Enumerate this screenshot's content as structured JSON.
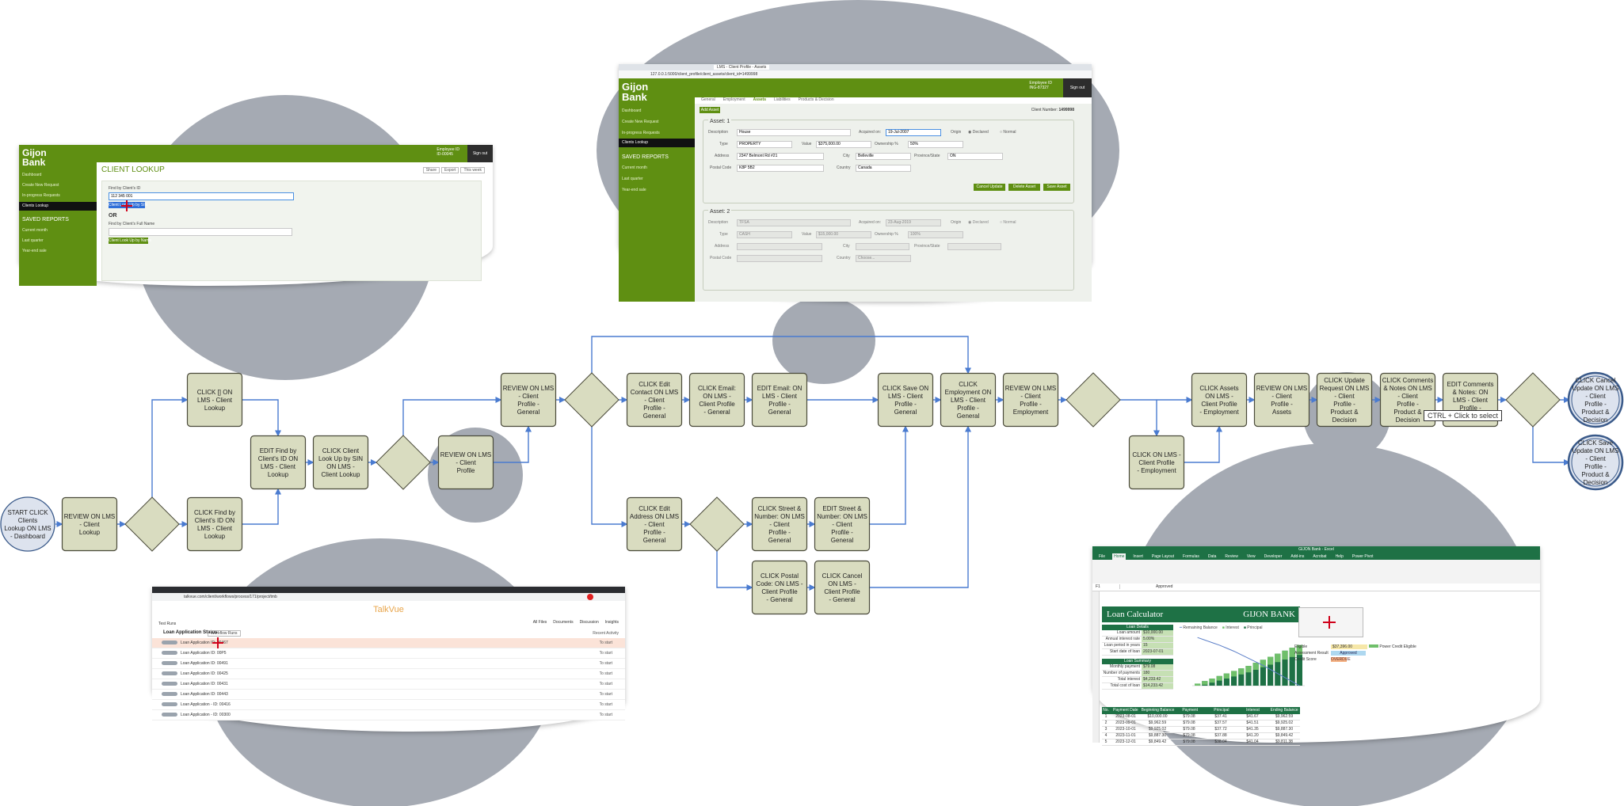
{
  "palette": {
    "node_fill": "#d9dcc0",
    "node_stroke": "#4a4a3a",
    "edge": "#4a7bd0",
    "blob": "#a5aab3",
    "bank_green": "#5f8f12",
    "excel_green": "#1e7145"
  },
  "start_node": "START CLICK Clients Lookup ON LMS - Dashboard",
  "nodes": {
    "review_client_lookup": "REVIEW ON LMS - Client Lookup",
    "click_id_lookup": "CLICK [] ON LMS - Client Lookup",
    "click_find_id": "CLICK Find by Client's ID ON LMS - Client Lookup",
    "edit_find_id": "EDIT Find by Client's ID ON LMS - Client Lookup",
    "click_lookup_sin": "CLICK Client Look Up by SIN ON LMS - Client Lookup",
    "review_client_profile": "REVIEW ON LMS - Client Profile",
    "review_profile_general": "REVIEW ON LMS - Client Profile - General",
    "click_edit_contact": "CLICK Edit Contact ON LMS - Client Profile - General",
    "click_email": "CLICK Email: ON LMS - Client Profile - General",
    "edit_email": "EDIT Email: ON LMS - Client Profile - General",
    "click_edit_address": "CLICK Edit Address ON LMS - Client Profile - General",
    "click_street": "CLICK Street & Number: ON LMS - Client Profile - General",
    "edit_street": "EDIT Street & Number: ON LMS - Client Profile - General",
    "click_postal": "CLICK Postal Code: ON LMS - Client Profile - General",
    "click_cancel_general": "CLICK Cancel ON LMS - Client Profile - General",
    "click_save_general": "CLICK Save ON LMS - Client Profile - General",
    "click_employment": "CLICK Employment ON LMS - Client Profile - General",
    "review_employment": "REVIEW ON LMS - Client Profile - Employment",
    "click_on_employment": "CLICK ON LMS - Client Profile - Employment",
    "click_assets": "CLICK Assets ON LMS - Client Profile - Employment",
    "review_assets": "REVIEW ON LMS - Client Profile - Assets",
    "click_update_request": "CLICK Update Request ON LMS - Client Profile - Product & Decision",
    "click_comments": "CLICK Comments & Notes ON LMS - Client Profile - Product & Decision",
    "edit_comments": "EDIT Comments & Notes: ON LMS - Client Profile - Product",
    "end_cancel": "CLICK Cancel Update ON LMS - Client Profile - Product & Decision",
    "end_save": "CLICK Save Update ON LMS - Client Profile - Product & Decision"
  },
  "tooltip": "CTRL + Click to select",
  "client_lookup": {
    "logo_line1": "Gijon",
    "logo_line2": "Bank",
    "nav": [
      "Dashboard",
      "Create New Request",
      "In-progress Requests",
      "Clients Lookup"
    ],
    "saved_heading": "SAVED REPORTS",
    "saved": [
      "Current month",
      "Last quarter",
      "Year-end sale"
    ],
    "employee_line1": "Employee ID",
    "employee_line2": "ID-00045",
    "signout": "Sign out",
    "title": "CLIENT LOOKUP",
    "tools": [
      "Share",
      "Export",
      "This week"
    ],
    "id_label": "Find by Client's ID",
    "id_value": "112 345 001",
    "id_button": "Client Look Up by SIN",
    "or_text": "OR",
    "name_label": "Find by Client's Full Name",
    "name_button": "Client Look Up by Name"
  },
  "assets_window": {
    "browser_tab": "LMS - Client Profile - Assets",
    "url": "127.0.0.1:5000/client_profile/client_assets/client_id=1499998",
    "logo_line1": "Gijon",
    "logo_line2": "Bank",
    "nav": [
      "Dashboard",
      "Create New Request",
      "In-progress Requests",
      "Clients Lookup"
    ],
    "saved_heading": "SAVED REPORTS",
    "saved": [
      "Current month",
      "Last quarter",
      "Year-end sale"
    ],
    "employee_line1": "Employee ID",
    "employee_line2": "ING-87327",
    "signout": "Sign out",
    "tabs": [
      "General",
      "Employment",
      "Assets",
      "Liabilities",
      "Products & Decision"
    ],
    "add_asset": "Add Asset",
    "client_number_label": "Client Number:",
    "client_number": "1499998",
    "asset1_title": "Asset: 1",
    "asset2_title": "Asset: 2",
    "labels": {
      "description": "Description",
      "acquired": "Acquired on:",
      "origin": "Origin",
      "type": "Type",
      "value": "Value",
      "ownership": "Ownership %",
      "address": "Address",
      "city": "City",
      "province": "Province/State",
      "postal": "Postal Code",
      "country": "Country"
    },
    "origin_options": [
      "Declared",
      "Normal"
    ],
    "asset1": {
      "description": "House",
      "acquired": "19-Jul-2007",
      "type": "PROPERTY",
      "value": "$375,000.00",
      "ownership": "50%",
      "address": "2347 Belmont Rd #21",
      "city": "Belleville",
      "province": "ON",
      "postal": "K8P 5B2",
      "country": "Canada"
    },
    "asset2": {
      "description": "TFSA",
      "acquired": "23-Aug-2019",
      "type": "CASH",
      "value": "$15,000.00",
      "ownership": "100%",
      "country": "Choose..."
    },
    "buttons": [
      "Cancel Update",
      "Delete Asset",
      "Save Asset"
    ]
  },
  "talkvue": {
    "brand": "TalkVue",
    "url": "talkvue.com/client/workflows/process/171/project/tmb",
    "breadcrumb": "Test Runs",
    "title": "Loan Application Status",
    "filter": "Workflow Runs",
    "toolbar": [
      "All Files",
      "Documents",
      "Discussion",
      "Insights"
    ],
    "sort_label": "Recent Activity",
    "rows": [
      "Loan Application ID: 00467",
      "Loan Application ID: 00P5",
      "Loan Application ID: 00491",
      "Loan Application ID: 00425",
      "Loan Application ID: 00431",
      "Loan Application ID: 00443",
      "Loan Application - ID: 00416",
      "Loan Application - ID: 00300"
    ],
    "status": "To start"
  },
  "excel": {
    "window_title": "GIJON Bank - Excel",
    "ribbon_tabs": [
      "File",
      "Home",
      "Insert",
      "Page Layout",
      "Formulas",
      "Data",
      "Review",
      "View",
      "Developer",
      "Add-ins",
      "Acrobat",
      "Help",
      "Power Pivot"
    ],
    "name_box": "F1",
    "formula": "Approved",
    "title": "Loan Calculator",
    "bank": "GIJON BANK",
    "loan_details_heading": "Loan Details",
    "loan_details": [
      [
        "Loan amount",
        "$10,000.00"
      ],
      [
        "Annual interest rate",
        "5.00%"
      ],
      [
        "Loan period in years",
        "15"
      ],
      [
        "Start date of loan",
        "2023-07-01"
      ]
    ],
    "loan_summary_heading": "Loan Summary",
    "loan_summary": [
      [
        "Monthly payment",
        "$79.08"
      ],
      [
        "Number of payments",
        "180"
      ],
      [
        "Total interest",
        "$4,233.42"
      ],
      [
        "Total cost of loan",
        "$14,233.42"
      ]
    ],
    "legend": [
      "Remaining Balance",
      "Interest",
      "Principal"
    ],
    "decision_labels": [
      "Eligible",
      "Assessment Result",
      "Credit Score"
    ],
    "decision_values": [
      "$37,396.00",
      "Approved",
      "OVERDUE"
    ],
    "note": "Power Credit Eligible",
    "table_headers": [
      "No.",
      "Payment Date",
      "Beginning Balance",
      "Payment",
      "Principal",
      "Interest",
      "Ending Balance"
    ],
    "table_rows": [
      [
        "1",
        "2023-08-01",
        "$10,000.00",
        "$79.08",
        "$37.41",
        "$41.67",
        "$9,962.59"
      ],
      [
        "2",
        "2023-09-01",
        "$9,962.59",
        "$79.08",
        "$37.57",
        "$41.51",
        "$9,925.02"
      ],
      [
        "3",
        "2023-10-01",
        "$9,925.02",
        "$79.08",
        "$37.72",
        "$41.35",
        "$9,887.30"
      ],
      [
        "4",
        "2023-11-01",
        "$9,887.30",
        "$79.08",
        "$37.88",
        "$41.20",
        "$9,849.42"
      ],
      [
        "5",
        "2023-12-01",
        "$9,849.42",
        "$79.08",
        "$38.04",
        "$41.04",
        "$9,811.38"
      ]
    ],
    "chart_bars": [
      4,
      9,
      14,
      19,
      24,
      29,
      34,
      39,
      45,
      51,
      57,
      63,
      69,
      75,
      80
    ],
    "chart_balance": [
      95,
      90,
      85,
      80,
      74,
      68,
      61,
      54,
      47,
      40,
      32,
      24,
      16,
      8,
      0
    ]
  }
}
